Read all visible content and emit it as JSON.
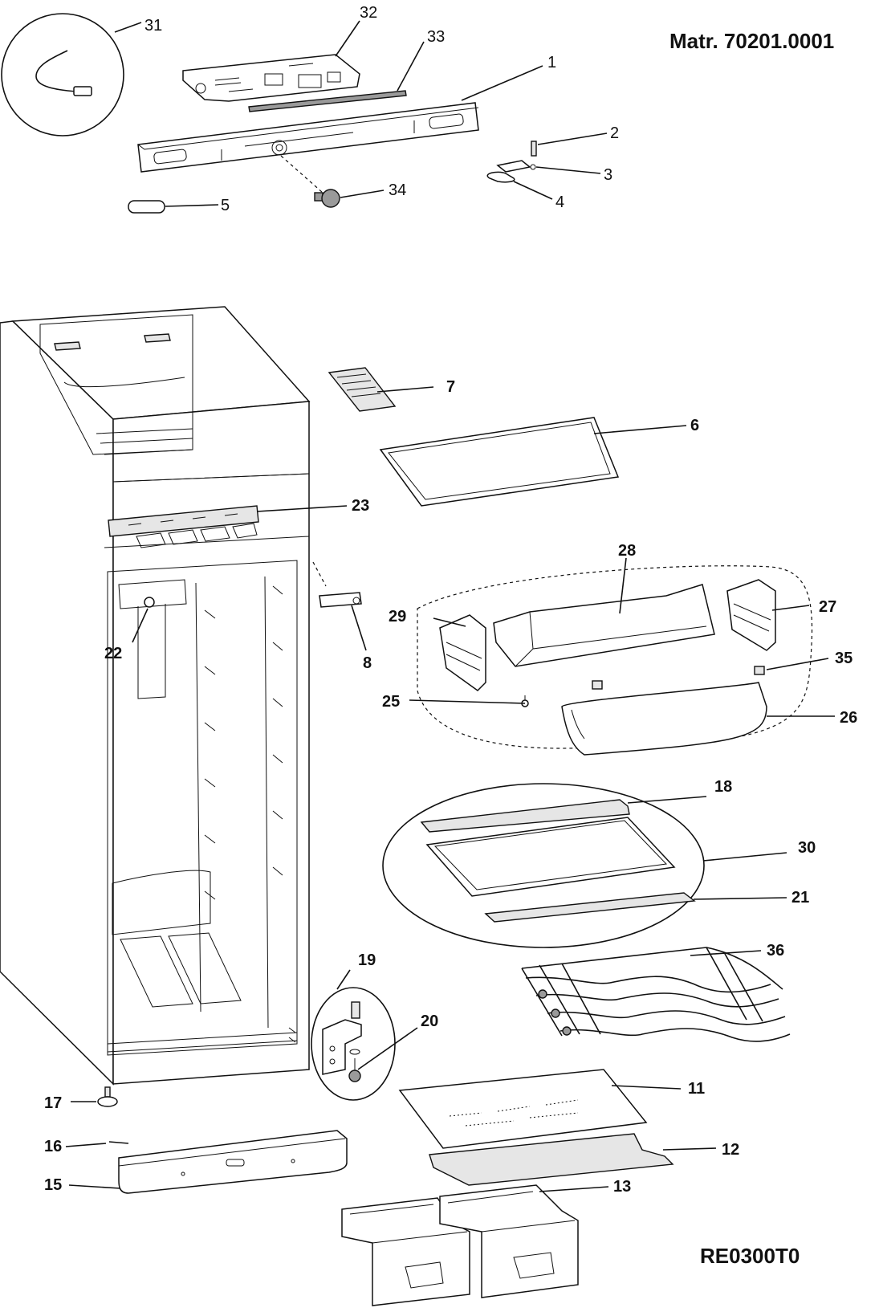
{
  "header": {
    "material_number": "Matr. 70201.0001",
    "drawing_code": "RE0300T0"
  },
  "callouts": {
    "p1": "1",
    "p2": "2",
    "p3": "3",
    "p4": "4",
    "p5": "5",
    "p6": "6",
    "p7": "7",
    "p8": "8",
    "p11": "11",
    "p12": "12",
    "p13": "13",
    "p15": "15",
    "p16": "16",
    "p17": "17",
    "p18": "18",
    "p19": "19",
    "p20": "20",
    "p21": "21",
    "p22": "22",
    "p23": "23",
    "p25": "25",
    "p26": "26",
    "p27": "27",
    "p28": "28",
    "p29": "29",
    "p30": "30",
    "p31": "31",
    "p32": "32",
    "p33": "33",
    "p34": "34",
    "p35": "35",
    "p36": "36"
  }
}
